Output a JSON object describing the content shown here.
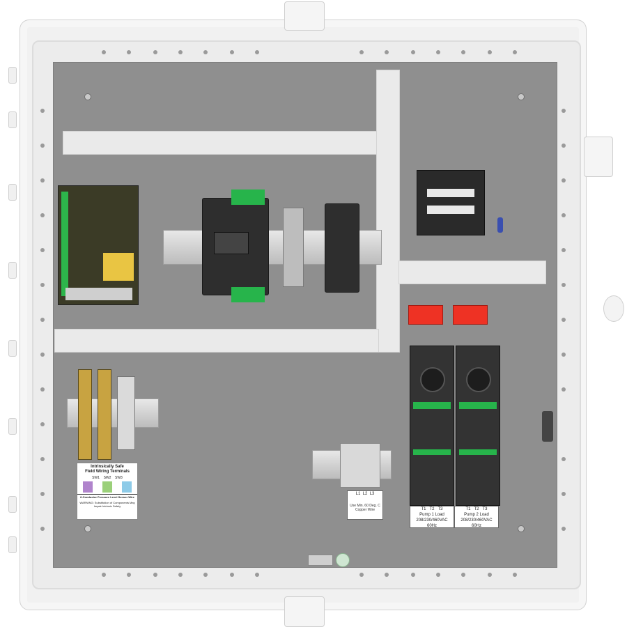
{
  "colors": {
    "backplate": "#8f8f8f",
    "duct": "#eaeaea",
    "enclosure": "#f1f1f1",
    "terminal_green": "#27b44b",
    "indicator_red": "#ee3224"
  },
  "labels": {
    "field_wiring_title": "Intrinsically Safe\nField Wiring Terminals",
    "field_wiring_channels": [
      "SW1",
      "SW2",
      "SW3"
    ],
    "sensor_wire_note": "6-Conductor Pressure Level Sensor Wire",
    "warning_note": "WARNING: Substitution of Components May Impair Intrinsic Safety",
    "supply_terminals": [
      "L1",
      "L2",
      "L3"
    ],
    "supply_note": "Use Min. 60 Deg. C\nCopper Wire",
    "pump1_terminals": [
      "T1",
      "T2",
      "T3"
    ],
    "pump1_title": "Pump 1 Load",
    "pump1_rating": "208/230/460VAC\n60Hz",
    "pump2_terminals": [
      "T1",
      "T2",
      "T3"
    ],
    "pump2_title": "Pump 2 Load",
    "pump2_rating": "208/230/460VAC\n60Hz"
  },
  "icons": [
    "screw-icon",
    "din-rail-icon",
    "fuse-icon"
  ]
}
